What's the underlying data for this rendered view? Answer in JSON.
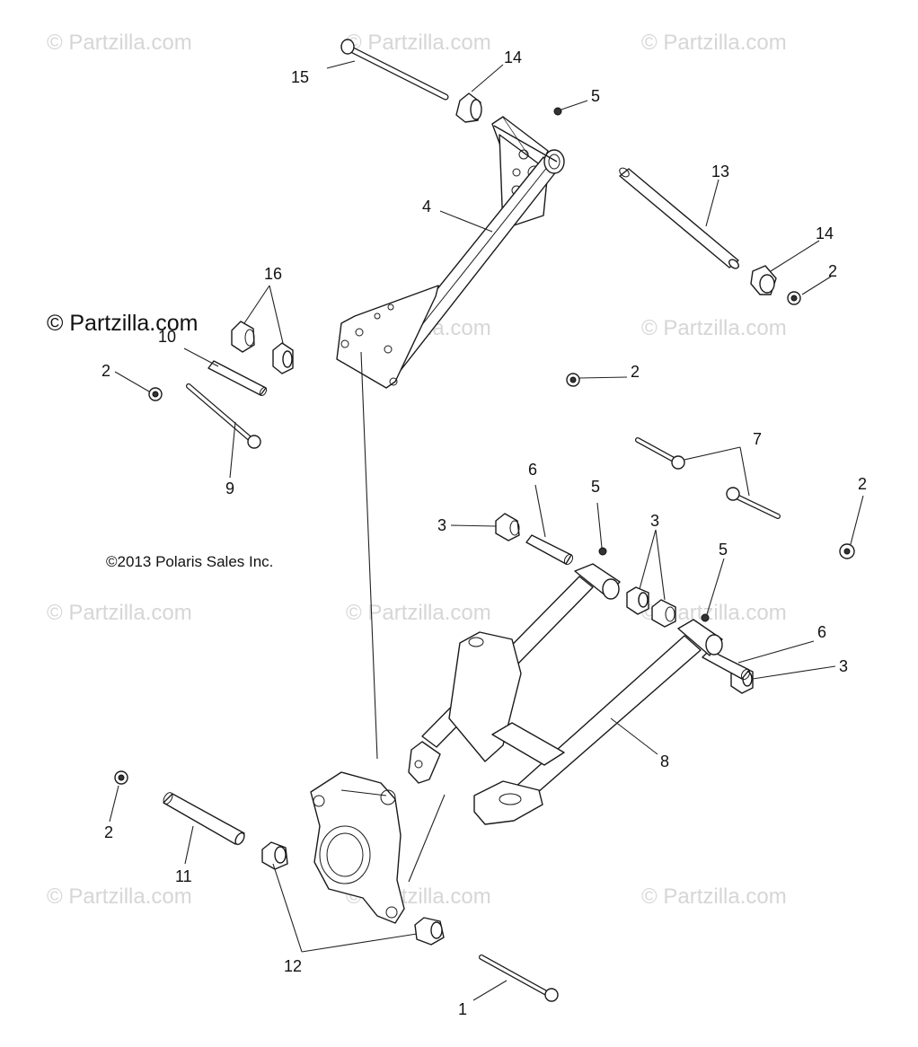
{
  "watermark": "© Partzilla.com",
  "brand_label": "© Partzilla.com",
  "copyright": "©2013 Polaris Sales Inc.",
  "callouts": [
    "1",
    "2",
    "3",
    "4",
    "5",
    "6",
    "7",
    "8",
    "9",
    "10",
    "11",
    "12",
    "13",
    "14",
    "15",
    "16"
  ]
}
